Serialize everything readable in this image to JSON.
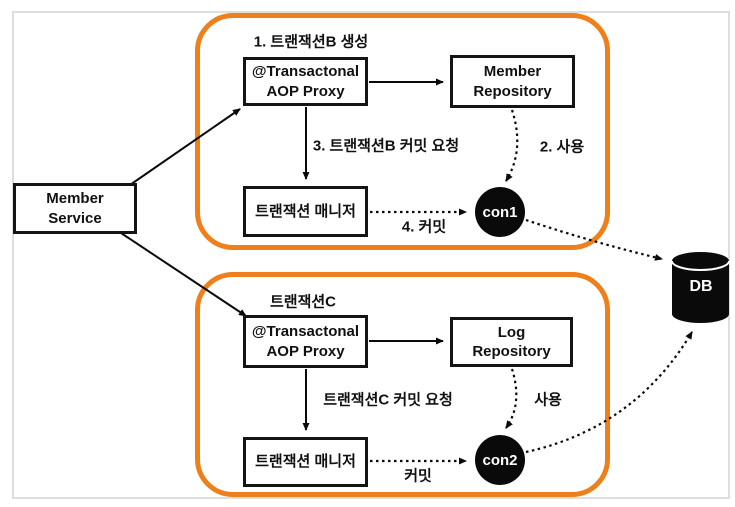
{
  "diagram_type": "spring-transaction-propagation",
  "colors": {
    "group_outline": "#EE7F1B",
    "box_border": "#141414",
    "connection_fill": "#0A0A0A",
    "frame_border": "#DEDEDE",
    "background": "#FFFFFF"
  },
  "nodes": {
    "member_service": {
      "line1": "Member",
      "line2": "Service"
    },
    "aop_proxy_b": {
      "line1": "@Transactonal",
      "line2": "AOP Proxy"
    },
    "member_repository": {
      "line1": "Member",
      "line2": "Repository"
    },
    "tx_manager_b": {
      "label": "트랜잭션 매니저"
    },
    "con1": {
      "label": "con1"
    },
    "aop_proxy_c": {
      "line1": "@Transactonal",
      "line2": "AOP Proxy"
    },
    "log_repository": {
      "line1": "Log",
      "line2": "Repository"
    },
    "tx_manager_c": {
      "label": "트랜잭션 매니저"
    },
    "con2": {
      "label": "con2"
    },
    "db": {
      "label": "DB"
    }
  },
  "labels": {
    "step1_create_tx_b": "1. 트랜잭션B 생성",
    "step2_use": "2. 사용",
    "step3_commit_request_b": "3. 트랜잭션B 커밋 요청",
    "step4_commit": "4. 커밋",
    "tx_c_title": "트랜잭션C",
    "tx_c_commit_request": "트랜잭션C 커밋 요청",
    "use_c": "사용",
    "commit_c": "커밋"
  }
}
